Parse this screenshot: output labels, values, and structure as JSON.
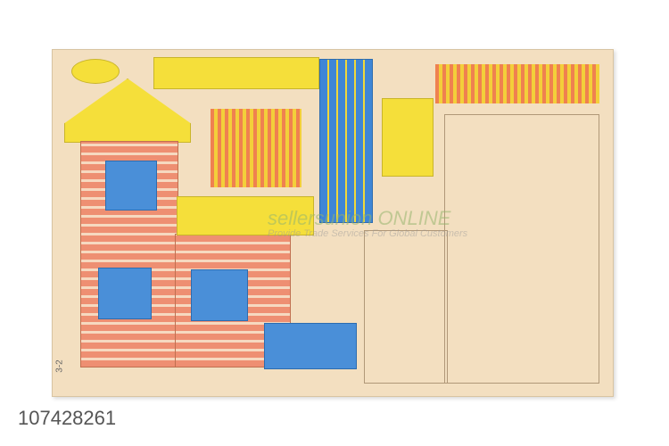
{
  "product": {
    "label": "3-2",
    "product_id": "107428261"
  },
  "watermark": {
    "brand": "sellersunion ONLINE",
    "tagline": "Provide Trade Services For Global Customers"
  },
  "colors": {
    "wood": "#f3dfc0",
    "yellow": "#f5df3a",
    "brick": "#ee8f72",
    "blue": "#4a8fd8"
  }
}
